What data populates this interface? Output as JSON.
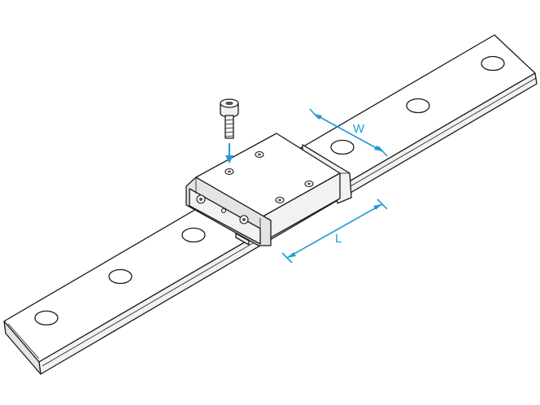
{
  "accent_color": "#1f9ad6",
  "line_color": "#1a1a1a",
  "dimensions": {
    "width_label": "W",
    "length_label": "L"
  },
  "parts": {
    "rail": "rail",
    "carriage": "carriage-block",
    "screw": "mounting-screw"
  }
}
